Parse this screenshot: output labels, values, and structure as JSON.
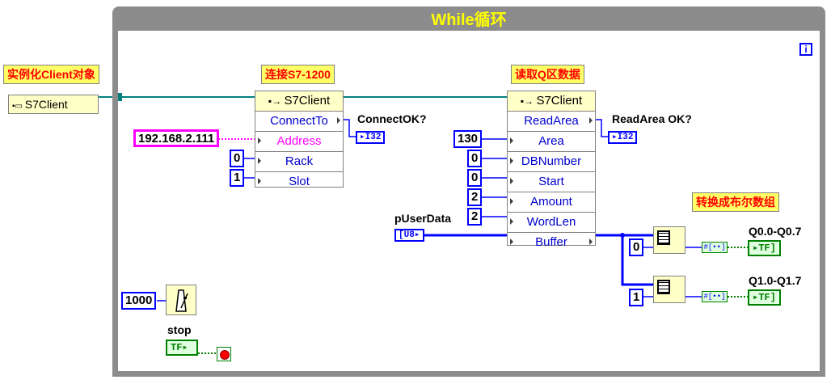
{
  "loop": {
    "title": "While循环",
    "info_icon_label": "i"
  },
  "labels": {
    "instantiate": "实例化Client对象",
    "connect": "连接S7-1200",
    "read": "读取Q区数据",
    "convert": "转换成布尔数组"
  },
  "client_ctor": {
    "label": "S7Client"
  },
  "connect_node": {
    "header": "S7Client",
    "rows": [
      "ConnectTo",
      "Address",
      "Rack",
      "Slot"
    ]
  },
  "read_node": {
    "header": "S7Client",
    "rows": [
      "ReadArea",
      "Area",
      "DBNumber",
      "Start",
      "Amount",
      "WordLen",
      "Buffer"
    ]
  },
  "constants": {
    "address": "192.168.2.111",
    "rack": "0",
    "slot": "1",
    "area": "130",
    "dbnumber": "0",
    "start": "0",
    "amount": "2",
    "wordlen": "2",
    "index0": "0",
    "index1": "1",
    "wait_ms": "1000"
  },
  "indicators": {
    "connect_ok_label": "ConnectOK?",
    "connect_ok_type": "I32",
    "read_ok_label": "ReadArea OK?",
    "read_ok_type": "I32",
    "puserdata_label": "pUserData",
    "puserdata_type": "U8",
    "q0_label": "Q0.0-Q0.7",
    "q1_label": "Q1.0-Q1.7",
    "bool_type": "TF",
    "stop_label": "stop",
    "stop_type": "TF"
  },
  "colors": {
    "loop_border": "#8c8c8c",
    "title": "#ffff00",
    "wire_int": "#0000ff",
    "wire_ref": "#008080",
    "wire_string": "#ff00ff",
    "wire_bool": "#008000",
    "label_red": "#ff0000"
  }
}
